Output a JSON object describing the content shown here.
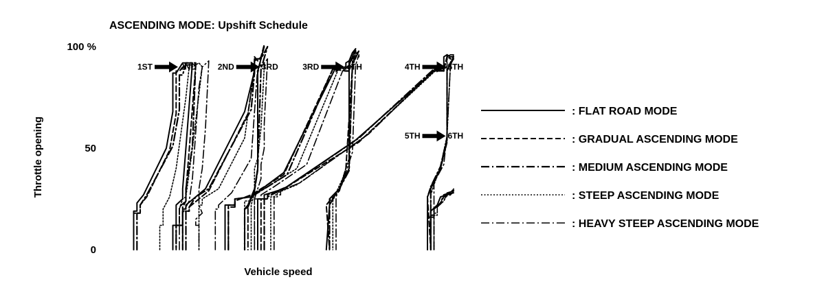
{
  "chart_data": {
    "type": "line",
    "title": "ASCENDING MODE: Upshift Schedule",
    "xlabel": "Vehicle speed",
    "ylabel": "Throttle opening",
    "x_ticks_shown": false,
    "y_tick_labels": [
      "0",
      "50",
      "100 %"
    ],
    "y_tick_values": [
      0,
      50,
      100
    ],
    "xlim": [
      0,
      100
    ],
    "ylim": [
      0,
      100
    ],
    "grid": false,
    "legend_position": "right",
    "legend_prefix": ": ",
    "modes": [
      {
        "name": "FLAT ROAD MODE",
        "dash": "solid",
        "stroke_width": 2
      },
      {
        "name": "GRADUAL ASCENDING MODE",
        "dash": "dashed",
        "stroke_width": 2
      },
      {
        "name": "MEDIUM ASCENDING MODE",
        "dash": "dash-dot",
        "stroke_width": 2.2
      },
      {
        "name": "STEEP ASCENDING MODE",
        "dash": "dotted",
        "stroke_width": 1.6
      },
      {
        "name": "HEAVY STEEP ASCENDING MODE",
        "dash": "dash-dot",
        "stroke_width": 1.6
      }
    ],
    "shift_labels": [
      {
        "from": "1ST",
        "to": "2ND",
        "x": 12,
        "y": 90
      },
      {
        "from": "2ND",
        "to": "3RD",
        "x": 37,
        "y": 90
      },
      {
        "from": "3RD",
        "to": "4TH",
        "x": 63,
        "y": 90
      },
      {
        "from": "4TH",
        "to": "5TH",
        "x": 94,
        "y": 90
      },
      {
        "from": "5TH",
        "to": "6TH",
        "x": 94,
        "y": 56
      }
    ],
    "series": [
      {
        "name": "1ST→2ND FLAT ROAD MODE",
        "mode": 0,
        "x": [
          2,
          2,
          3,
          3,
          5,
          12,
          14,
          14,
          15,
          17,
          20,
          18,
          17,
          17,
          15,
          15,
          14,
          14
        ],
        "y": [
          0,
          19,
          19,
          23,
          27,
          50,
          68,
          87,
          87,
          92,
          92,
          50,
          30,
          25,
          22,
          12,
          12,
          0
        ]
      },
      {
        "name": "1ST→2ND GRADUAL ASCENDING MODE",
        "mode": 1,
        "x": [
          2,
          2,
          4,
          4,
          6,
          13,
          15,
          15,
          16,
          18,
          21,
          19,
          18,
          18,
          16,
          16,
          15,
          15
        ],
        "y": [
          0,
          18,
          18,
          22,
          26,
          49,
          67,
          88,
          88,
          91,
          91,
          49,
          29,
          24,
          21,
          12,
          12,
          0
        ]
      },
      {
        "name": "1ST→2ND MEDIUM ASCENDING MODE",
        "mode": 2,
        "x": [
          3,
          3,
          4,
          4,
          6,
          14,
          16,
          16,
          17,
          18,
          21,
          20,
          18,
          18,
          17,
          17,
          15,
          15
        ],
        "y": [
          0,
          18,
          18,
          22,
          27,
          51,
          69,
          86,
          86,
          92,
          92,
          51,
          30,
          24,
          21,
          12,
          12,
          0
        ]
      },
      {
        "name": "1ST→2ND STEEP ASCENDING MODE",
        "mode": 3,
        "x": [
          10,
          10,
          11,
          11,
          13,
          15,
          18,
          19,
          20,
          22,
          23,
          20,
          18,
          17,
          16,
          16,
          17,
          17
        ],
        "y": [
          0,
          12,
          12,
          20,
          26,
          40,
          75,
          90,
          90,
          92,
          90,
          50,
          26,
          25,
          20,
          12,
          12,
          0
        ]
      },
      {
        "name": "1ST→2ND HEAVY STEEP ASCENDING MODE",
        "mode": 4,
        "x": [
          16,
          16,
          17,
          17,
          19,
          20,
          22,
          23,
          25,
          24,
          23,
          22,
          22,
          23,
          21,
          21,
          22,
          22
        ],
        "y": [
          0,
          12,
          12,
          18,
          24,
          35,
          80,
          90,
          93,
          60,
          40,
          30,
          22,
          18,
          15,
          12,
          12,
          0
        ]
      },
      {
        "name": "2ND→3RD FLAT ROAD MODE",
        "mode": 0,
        "x": [
          17,
          17,
          18,
          18,
          21,
          24,
          36,
          39,
          39,
          39,
          40,
          41,
          42,
          40,
          40,
          39,
          37,
          36,
          36
        ],
        "y": [
          0,
          20,
          20,
          22,
          26,
          30,
          68,
          88,
          89,
          94,
          94,
          94,
          100,
          88,
          40,
          30,
          22,
          20,
          0
        ]
      },
      {
        "name": "2ND→3RD GRADUAL ASCENDING MODE",
        "mode": 1,
        "x": [
          17,
          17,
          19,
          19,
          22,
          25,
          37,
          39,
          39,
          39,
          40,
          41,
          42,
          40,
          40,
          39,
          37,
          37,
          37
        ],
        "y": [
          0,
          19,
          19,
          21,
          25,
          29,
          67,
          89,
          88,
          95,
          93,
          95,
          101,
          87,
          39,
          29,
          21,
          19,
          0
        ]
      },
      {
        "name": "2ND→3RD MEDIUM ASCENDING MODE",
        "mode": 2,
        "x": [
          18,
          18,
          19,
          19,
          21,
          25,
          38,
          39,
          39,
          39,
          40,
          41,
          43,
          41,
          40,
          39,
          37,
          36,
          36
        ],
        "y": [
          0,
          19,
          19,
          21,
          26,
          30,
          69,
          87,
          87,
          93,
          94,
          94,
          100,
          89,
          40,
          29,
          21,
          20,
          0
        ]
      },
      {
        "name": "2ND→3RD STEEP ASCENDING MODE",
        "mode": 3,
        "x": [
          22,
          22,
          23,
          23,
          25,
          28,
          36,
          39,
          40,
          41,
          42,
          42,
          42,
          41,
          40,
          39,
          39,
          38,
          38
        ],
        "y": [
          0,
          22,
          22,
          25,
          27,
          30,
          55,
          90,
          90,
          91,
          91,
          92,
          90,
          60,
          45,
          40,
          28,
          22,
          0
        ]
      },
      {
        "name": "2ND→3RD HEAVY STEEP ASCENDING MODE",
        "mode": 4,
        "x": [
          27,
          27,
          28,
          28,
          30,
          32,
          38,
          40,
          41,
          41,
          43,
          42,
          42,
          41,
          41,
          40,
          39,
          39,
          39
        ],
        "y": [
          0,
          20,
          20,
          22,
          25,
          28,
          45,
          90,
          91,
          90,
          94,
          62,
          50,
          42,
          35,
          30,
          25,
          20,
          0
        ]
      },
      {
        "name": "3RD→4TH FLAT ROAD MODE",
        "mode": 0,
        "x": [
          30,
          30,
          33,
          33,
          38,
          48,
          64,
          67,
          67,
          67,
          68,
          69,
          70,
          68,
          68,
          65,
          62,
          62,
          61
        ],
        "y": [
          0,
          22,
          22,
          25,
          26,
          38,
          90,
          89,
          89,
          92,
          93,
          97,
          99,
          91,
          40,
          30,
          25,
          22,
          0
        ]
      },
      {
        "name": "3RD→4TH GRADUAL ASCENDING MODE",
        "mode": 1,
        "x": [
          31,
          31,
          33,
          33,
          38,
          48,
          63,
          67,
          68,
          68,
          68,
          70,
          70,
          69,
          67,
          65,
          62,
          61,
          62
        ],
        "y": [
          0,
          22,
          22,
          24,
          27,
          37,
          89,
          90,
          89,
          93,
          93,
          96,
          98,
          90,
          40,
          29,
          24,
          22,
          0
        ]
      },
      {
        "name": "3RD→4TH MEDIUM ASCENDING MODE",
        "mode": 2,
        "x": [
          31,
          31,
          33,
          33,
          38,
          49,
          63,
          67,
          68,
          68,
          68,
          70,
          71,
          69,
          68,
          65,
          63,
          62,
          62
        ],
        "y": [
          0,
          21,
          21,
          25,
          26,
          37,
          89,
          88,
          88,
          92,
          92,
          96,
          98,
          91,
          39,
          30,
          25,
          22,
          0
        ]
      },
      {
        "name": "3RD→4TH STEEP ASCENDING MODE",
        "mode": 3,
        "x": [
          36,
          36,
          38,
          38,
          42,
          52,
          65,
          68,
          69,
          69,
          69,
          70,
          70,
          69,
          68,
          66,
          64,
          63,
          63
        ],
        "y": [
          0,
          24,
          24,
          26,
          30,
          40,
          90,
          90,
          90,
          92,
          93,
          94,
          95,
          90,
          45,
          35,
          28,
          24,
          0
        ]
      },
      {
        "name": "3RD→4TH HEAVY STEEP ASCENDING MODE",
        "mode": 4,
        "x": [
          39,
          39,
          41,
          41,
          45,
          55,
          66,
          68,
          69,
          69,
          70,
          71,
          71,
          70,
          69,
          67,
          65,
          64,
          64
        ],
        "y": [
          0,
          25,
          25,
          27,
          31,
          42,
          88,
          91,
          90,
          93,
          94,
          95,
          96,
          91,
          48,
          38,
          30,
          26,
          0
        ]
      },
      {
        "name": "4TH→5TH FLAT ROAD MODE",
        "mode": 0,
        "x": [
          40,
          40,
          42,
          42,
          48,
          70,
          94,
          97,
          97,
          97,
          98,
          99,
          100,
          98,
          98,
          96,
          93,
          92,
          92
        ],
        "y": [
          0,
          25,
          25,
          27,
          30,
          54,
          88,
          88,
          90,
          95,
          96,
          95,
          95,
          88,
          54,
          40,
          30,
          26,
          0
        ]
      },
      {
        "name": "4TH→5TH GRADUAL ASCENDING MODE",
        "mode": 1,
        "x": [
          41,
          41,
          43,
          43,
          49,
          71,
          94,
          97,
          97,
          98,
          98,
          99,
          100,
          98,
          98,
          96,
          93,
          92,
          93
        ],
        "y": [
          0,
          25,
          25,
          27,
          31,
          53,
          88,
          89,
          89,
          94,
          95,
          95,
          95,
          89,
          53,
          40,
          31,
          26,
          0
        ]
      },
      {
        "name": "4TH→5TH MEDIUM ASCENDING MODE",
        "mode": 2,
        "x": [
          42,
          42,
          43,
          43,
          49,
          71,
          94,
          97,
          97,
          98,
          98,
          99,
          100,
          98,
          98,
          96,
          93,
          93,
          93
        ],
        "y": [
          0,
          25,
          25,
          26,
          31,
          55,
          89,
          88,
          89,
          95,
          96,
          94,
          94,
          89,
          55,
          41,
          31,
          27,
          0
        ]
      },
      {
        "name": "4TH→5TH STEEP ASCENDING MODE",
        "mode": 3,
        "x": [
          44,
          44,
          46,
          46,
          52,
          73,
          95,
          97,
          98,
          98,
          99,
          99,
          100,
          99,
          98,
          96,
          94,
          93,
          93
        ],
        "y": [
          0,
          26,
          26,
          28,
          32,
          56,
          89,
          89,
          90,
          94,
          95,
          95,
          95,
          90,
          56,
          41,
          32,
          27,
          0
        ]
      },
      {
        "name": "4TH→5TH HEAVY STEEP ASCENDING MODE",
        "mode": 4,
        "x": [
          45,
          45,
          47,
          47,
          53,
          74,
          95,
          97,
          98,
          98,
          99,
          100,
          100,
          99,
          98,
          97,
          94,
          94,
          94
        ],
        "y": [
          0,
          27,
          27,
          29,
          33,
          57,
          90,
          90,
          90,
          95,
          96,
          96,
          96,
          90,
          57,
          42,
          33,
          28,
          0
        ]
      },
      {
        "name": "5TH→6TH FLAT ROAD MODE",
        "mode": 0,
        "x": [
          92,
          92,
          93,
          93,
          95,
          96,
          98,
          100,
          100,
          100
        ],
        "y": [
          0,
          16,
          16,
          19,
          22,
          26,
          27,
          28,
          28,
          28
        ]
      },
      {
        "name": "5TH→6TH GRADUAL ASCENDING MODE",
        "mode": 1,
        "x": [
          93,
          93,
          94,
          94,
          96,
          97,
          99,
          100,
          100,
          100
        ],
        "y": [
          0,
          16,
          16,
          20,
          23,
          26,
          27,
          29,
          29,
          29
        ]
      },
      {
        "name": "5TH→6TH MEDIUM ASCENDING MODE",
        "mode": 2,
        "x": [
          93,
          93,
          94,
          94,
          96,
          97,
          99,
          100,
          100,
          100
        ],
        "y": [
          0,
          17,
          17,
          20,
          23,
          27,
          28,
          29,
          29,
          29
        ]
      },
      {
        "name": "5TH→6TH STEEP ASCENDING MODE",
        "mode": 3,
        "x": [
          94,
          94,
          95,
          95,
          97,
          98,
          99,
          100,
          100,
          100
        ],
        "y": [
          0,
          17,
          17,
          21,
          24,
          27,
          28,
          30,
          30,
          30
        ]
      },
      {
        "name": "5TH→6TH HEAVY STEEP ASCENDING MODE",
        "mode": 4,
        "x": [
          94,
          94,
          95,
          95,
          97,
          98,
          100,
          100,
          100,
          100
        ],
        "y": [
          0,
          18,
          18,
          21,
          24,
          28,
          29,
          30,
          30,
          30
        ]
      }
    ]
  }
}
